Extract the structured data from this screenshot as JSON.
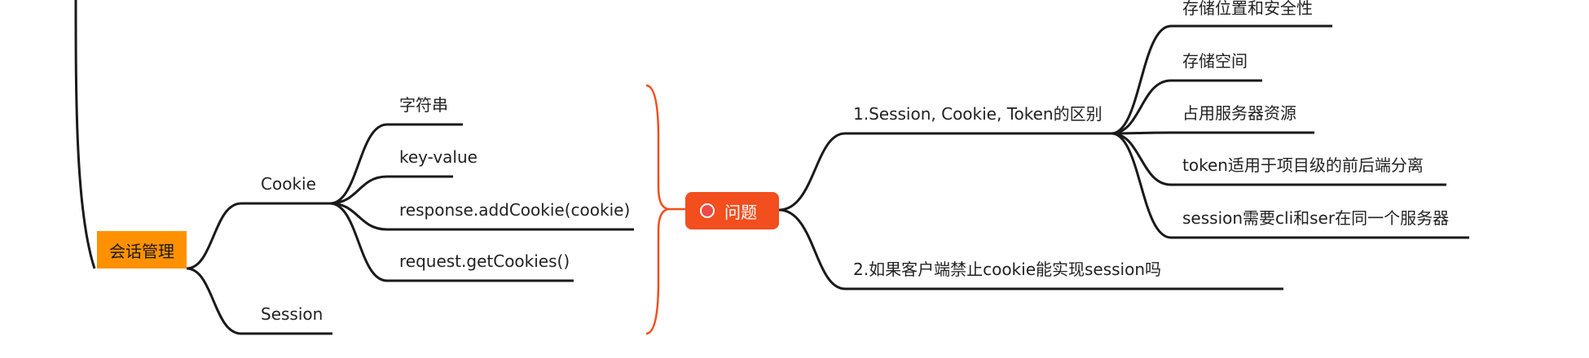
{
  "colors": {
    "line": "#1a1a1a",
    "accent_bracket": "#f24e1e",
    "root_fill": "#ff9100",
    "issue_fill": "#f24e1e"
  },
  "root": {
    "label": "会话管理"
  },
  "cookie": {
    "label": "Cookie",
    "children": [
      "字符串",
      "key-value",
      "response.addCookie(cookie)",
      "request.getCookies()"
    ]
  },
  "session": {
    "label": "Session"
  },
  "issue": {
    "label": "问题",
    "icon": "red-circle-icon",
    "q1": {
      "label": "1.Session, Cookie, Token的区别",
      "children": [
        "存储位置和安全性",
        "存储空间",
        "占用服务器资源",
        "token适用于项目级的前后端分离",
        "session需要cli和ser在同一个服务器"
      ]
    },
    "q2": {
      "label": "2.如果客户端禁止cookie能实现session吗"
    }
  }
}
